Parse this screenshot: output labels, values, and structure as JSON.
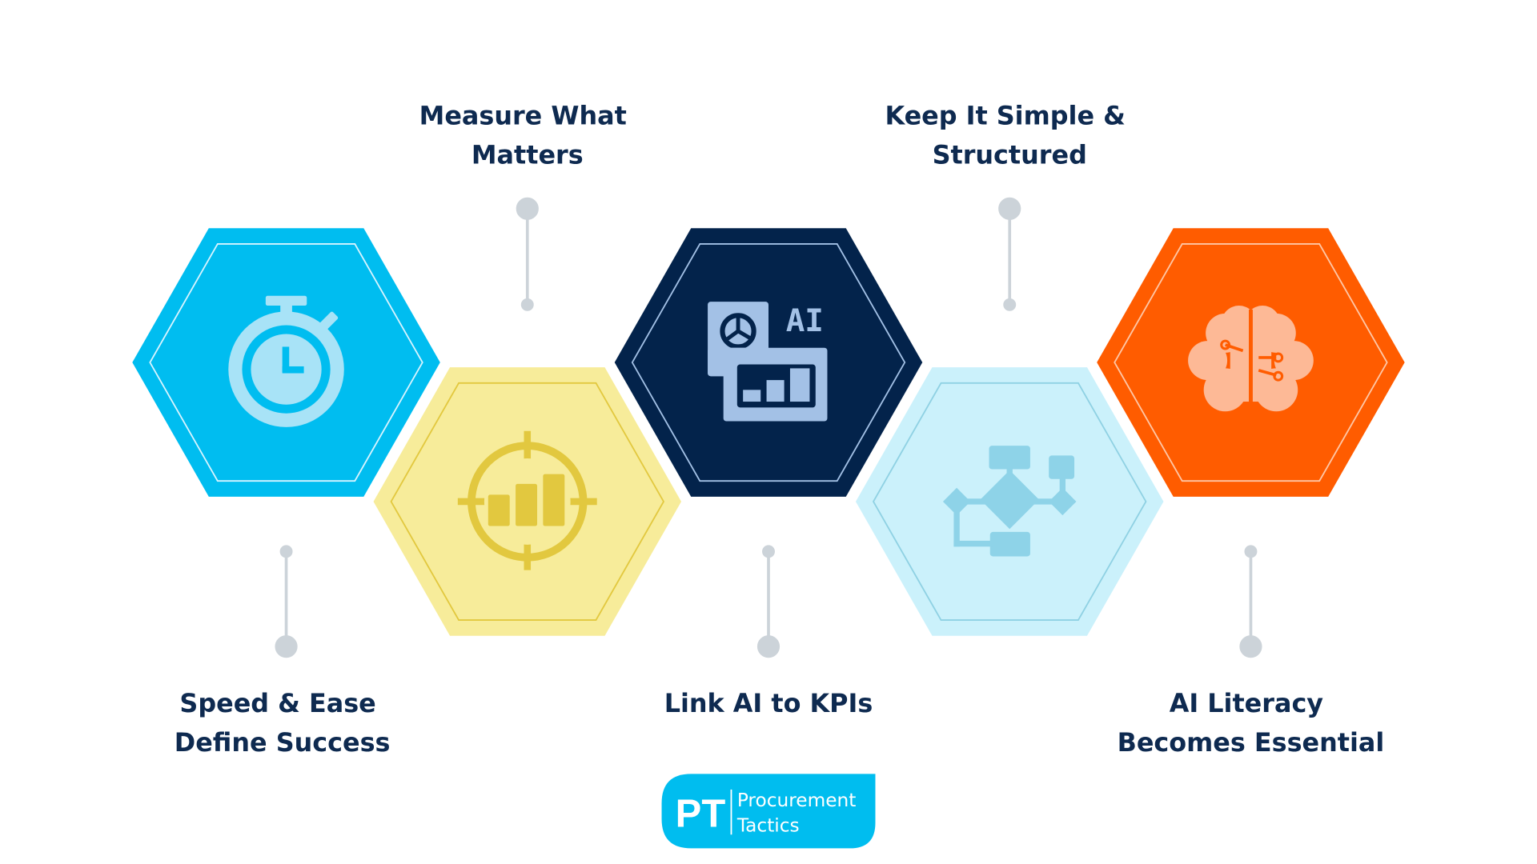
{
  "steps": [
    {
      "title_lines": [
        "Speed & Ease",
        "Define Success"
      ],
      "icon": "stopwatch-icon",
      "color": "#00BDF0"
    },
    {
      "title_lines": [
        "Measure What",
        "Matters"
      ],
      "icon": "target-chart-icon",
      "color": "#F7EC9A"
    },
    {
      "title_lines": [
        "Link AI to KPIs"
      ],
      "icon": "ai-dashboard-icon",
      "color": "#03234B"
    },
    {
      "title_lines": [
        "Keep It Simple &",
        "Structured"
      ],
      "icon": "flowchart-icon",
      "color": "#CBF1FB"
    },
    {
      "title_lines": [
        "AI Literacy",
        "Becomes Essential"
      ],
      "icon": "brain-circuit-icon",
      "color": "#FF5C00"
    }
  ],
  "logo": {
    "initials": "PT",
    "line1": "Procurement",
    "line2": "Tactics",
    "color": "#00BDEF"
  }
}
